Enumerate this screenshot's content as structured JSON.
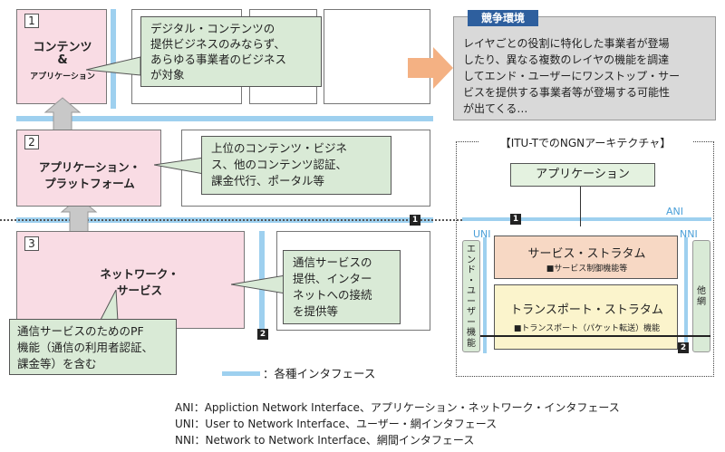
{
  "layers": {
    "l1": {
      "num": "1",
      "title": "コンテンツ",
      "amp": "&",
      "sub": "アプリケーション"
    },
    "l2": {
      "num": "2",
      "title1": "アプリケーション・",
      "title2": "プラットフォーム"
    },
    "l3": {
      "num": "3",
      "title1": "ネットワーク・",
      "title2": "サービス"
    }
  },
  "callouts": {
    "c1": [
      "デジタル・コンテンツの",
      "提供ビジネスのみならず、",
      "あらゆる事業者のビジネス",
      "が対象"
    ],
    "c2": [
      "上位のコンテンツ・ビジネ",
      "ス、他のコンテンツ認証、",
      "課金代行、ポータル等"
    ],
    "c3": [
      "通信サービスの",
      "提供、インター",
      "ネットへの接続",
      "を提供等"
    ],
    "c4": [
      "通信サービスのためのPF",
      "機能（通信の利用者認証、",
      "課金等）を含む"
    ]
  },
  "competition": {
    "title": "競争環境",
    "lines": [
      "レイヤごとの役割に特化した事業者が登場",
      "したり、異なる複数のレイヤの機能を調達",
      "してエンド・ユーザーにワンストップ・サー",
      "ビスを提供する事業者等が登場する可能性",
      "が出てくる…"
    ]
  },
  "ngn": {
    "title": "【ITU-TでのNGNアーキテクチャ】",
    "app": "アプリケーション",
    "ani": "ANI",
    "uni": "UNI",
    "nni": "NNI",
    "service": "サービス・ストラタム",
    "service_sub": "■サービス制御機能等",
    "transport": "トランスポート・ストラタム",
    "transport_sub": "■トランスポート（パケット転送）機能",
    "enduser": [
      "エ",
      "ン",
      "ド",
      "・",
      "ユ",
      "ー",
      "ザ",
      "ー",
      "機",
      "能"
    ],
    "other": [
      "他",
      "網"
    ]
  },
  "markers": {
    "m1": "1",
    "m2": "2"
  },
  "legend": "：各種インタフェース",
  "footnotes": [
    "ANI：Appliction Network Interface、アプリケーション・ネットワーク・インタフェース",
    "UNI：User to Network Interface、ユーザー・網インタフェース",
    "NNI：Network to Network Interface、網間インタフェース"
  ]
}
